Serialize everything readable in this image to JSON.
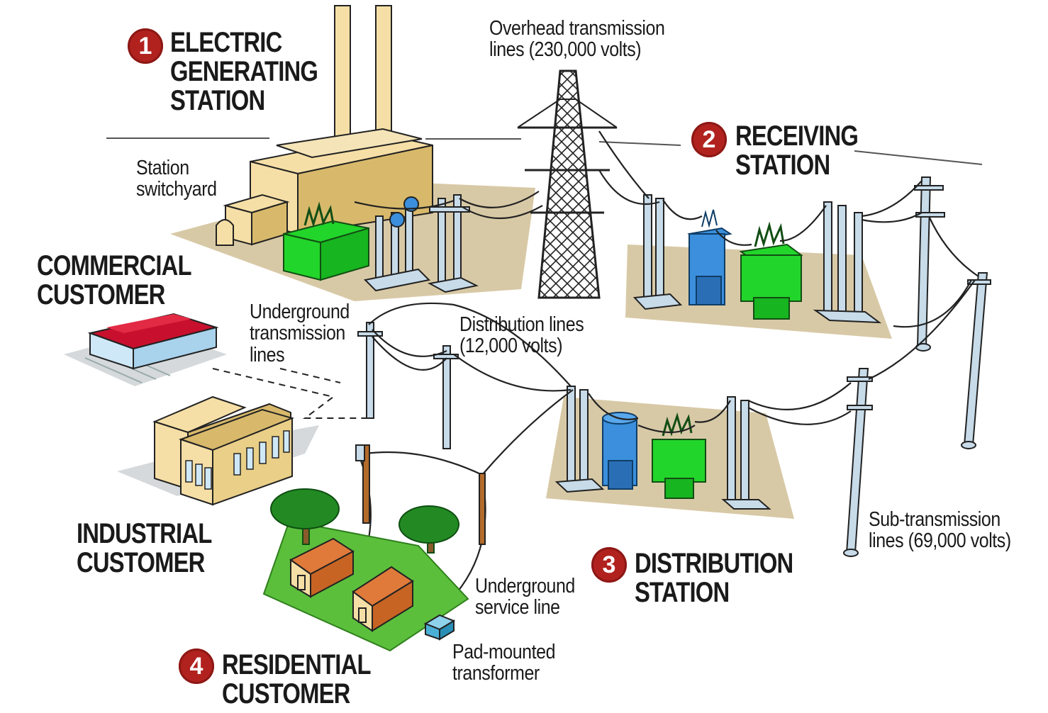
{
  "labels": {
    "generating_station": {
      "number": "1",
      "lines": [
        "ELECTRIC",
        "GENERATING",
        "STATION"
      ]
    },
    "receiving_station": {
      "number": "2",
      "lines": [
        "RECEIVING",
        "STATION"
      ]
    },
    "distribution_station": {
      "number": "3",
      "lines": [
        "DISTRIBUTION",
        "STATION"
      ]
    },
    "residential_customer": {
      "number": "4",
      "lines": [
        "RESIDENTIAL",
        "CUSTOMER"
      ]
    },
    "commercial_customer": {
      "lines": [
        "COMMERCIAL",
        "CUSTOMER"
      ]
    },
    "industrial_customer": {
      "lines": [
        "INDUSTRIAL",
        "CUSTOMER"
      ]
    },
    "station_switchyard": {
      "lines": [
        "Station",
        "switchyard"
      ]
    },
    "overhead_transmission": {
      "lines": [
        "Overhead transmission",
        "lines (230,000 volts)"
      ]
    },
    "underground_transmission": {
      "lines": [
        "Underground",
        "transmission",
        "lines"
      ]
    },
    "distribution_lines": {
      "lines": [
        "Distribution lines",
        "(12,000 volts)"
      ]
    },
    "sub_transmission": {
      "lines": [
        "Sub-transmission",
        "lines (69,000 volts)"
      ]
    },
    "underground_service": {
      "lines": [
        "Underground",
        "service line"
      ]
    },
    "pad_mounted": {
      "lines": [
        "Pad-mounted",
        "transformer"
      ]
    }
  },
  "colors": {
    "building": "#f6dfa6",
    "building_shadow": "#d8b96b",
    "yard": "#d8c9a6",
    "transformer_green": "#22d52a",
    "transformer_blue": "#3b8fdc",
    "pole": "#c7dbe9",
    "roof_red": "#c8102e",
    "house": "#e07a3a",
    "grass": "#5bbf3c",
    "tree": "#238a23",
    "badge": "#b1221f"
  }
}
